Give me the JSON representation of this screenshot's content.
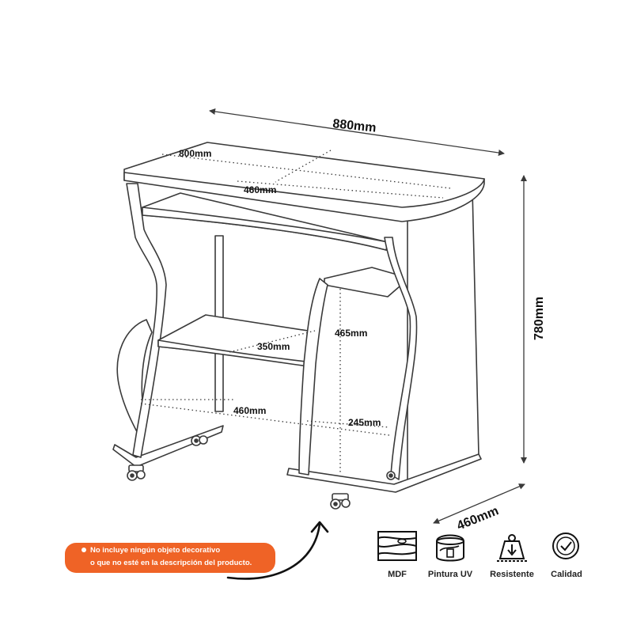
{
  "dimensions": {
    "overall_width": "880mm",
    "top_depth_line": "800mm",
    "keyboard_tray": "460mm",
    "middle_shelf": "350mm",
    "inner_height": "465mm",
    "base_width": "460mm",
    "lower_height": "245mm",
    "overall_height": "780mm",
    "overall_depth": "460mm"
  },
  "notice": {
    "line1": "No incluye ningún objeto decorativo",
    "line2": "o que no esté en la descripción del producto."
  },
  "features": [
    {
      "label": "MDF",
      "icon": "wood-grain-icon"
    },
    {
      "label": "Pintura UV",
      "icon": "paint-can-icon"
    },
    {
      "label": "Resistente",
      "icon": "weight-icon"
    },
    {
      "label": "Calidad",
      "icon": "quality-check-icon"
    }
  ],
  "colors": {
    "line": "#3a3a3a",
    "notice_bg": "#ef6326"
  }
}
